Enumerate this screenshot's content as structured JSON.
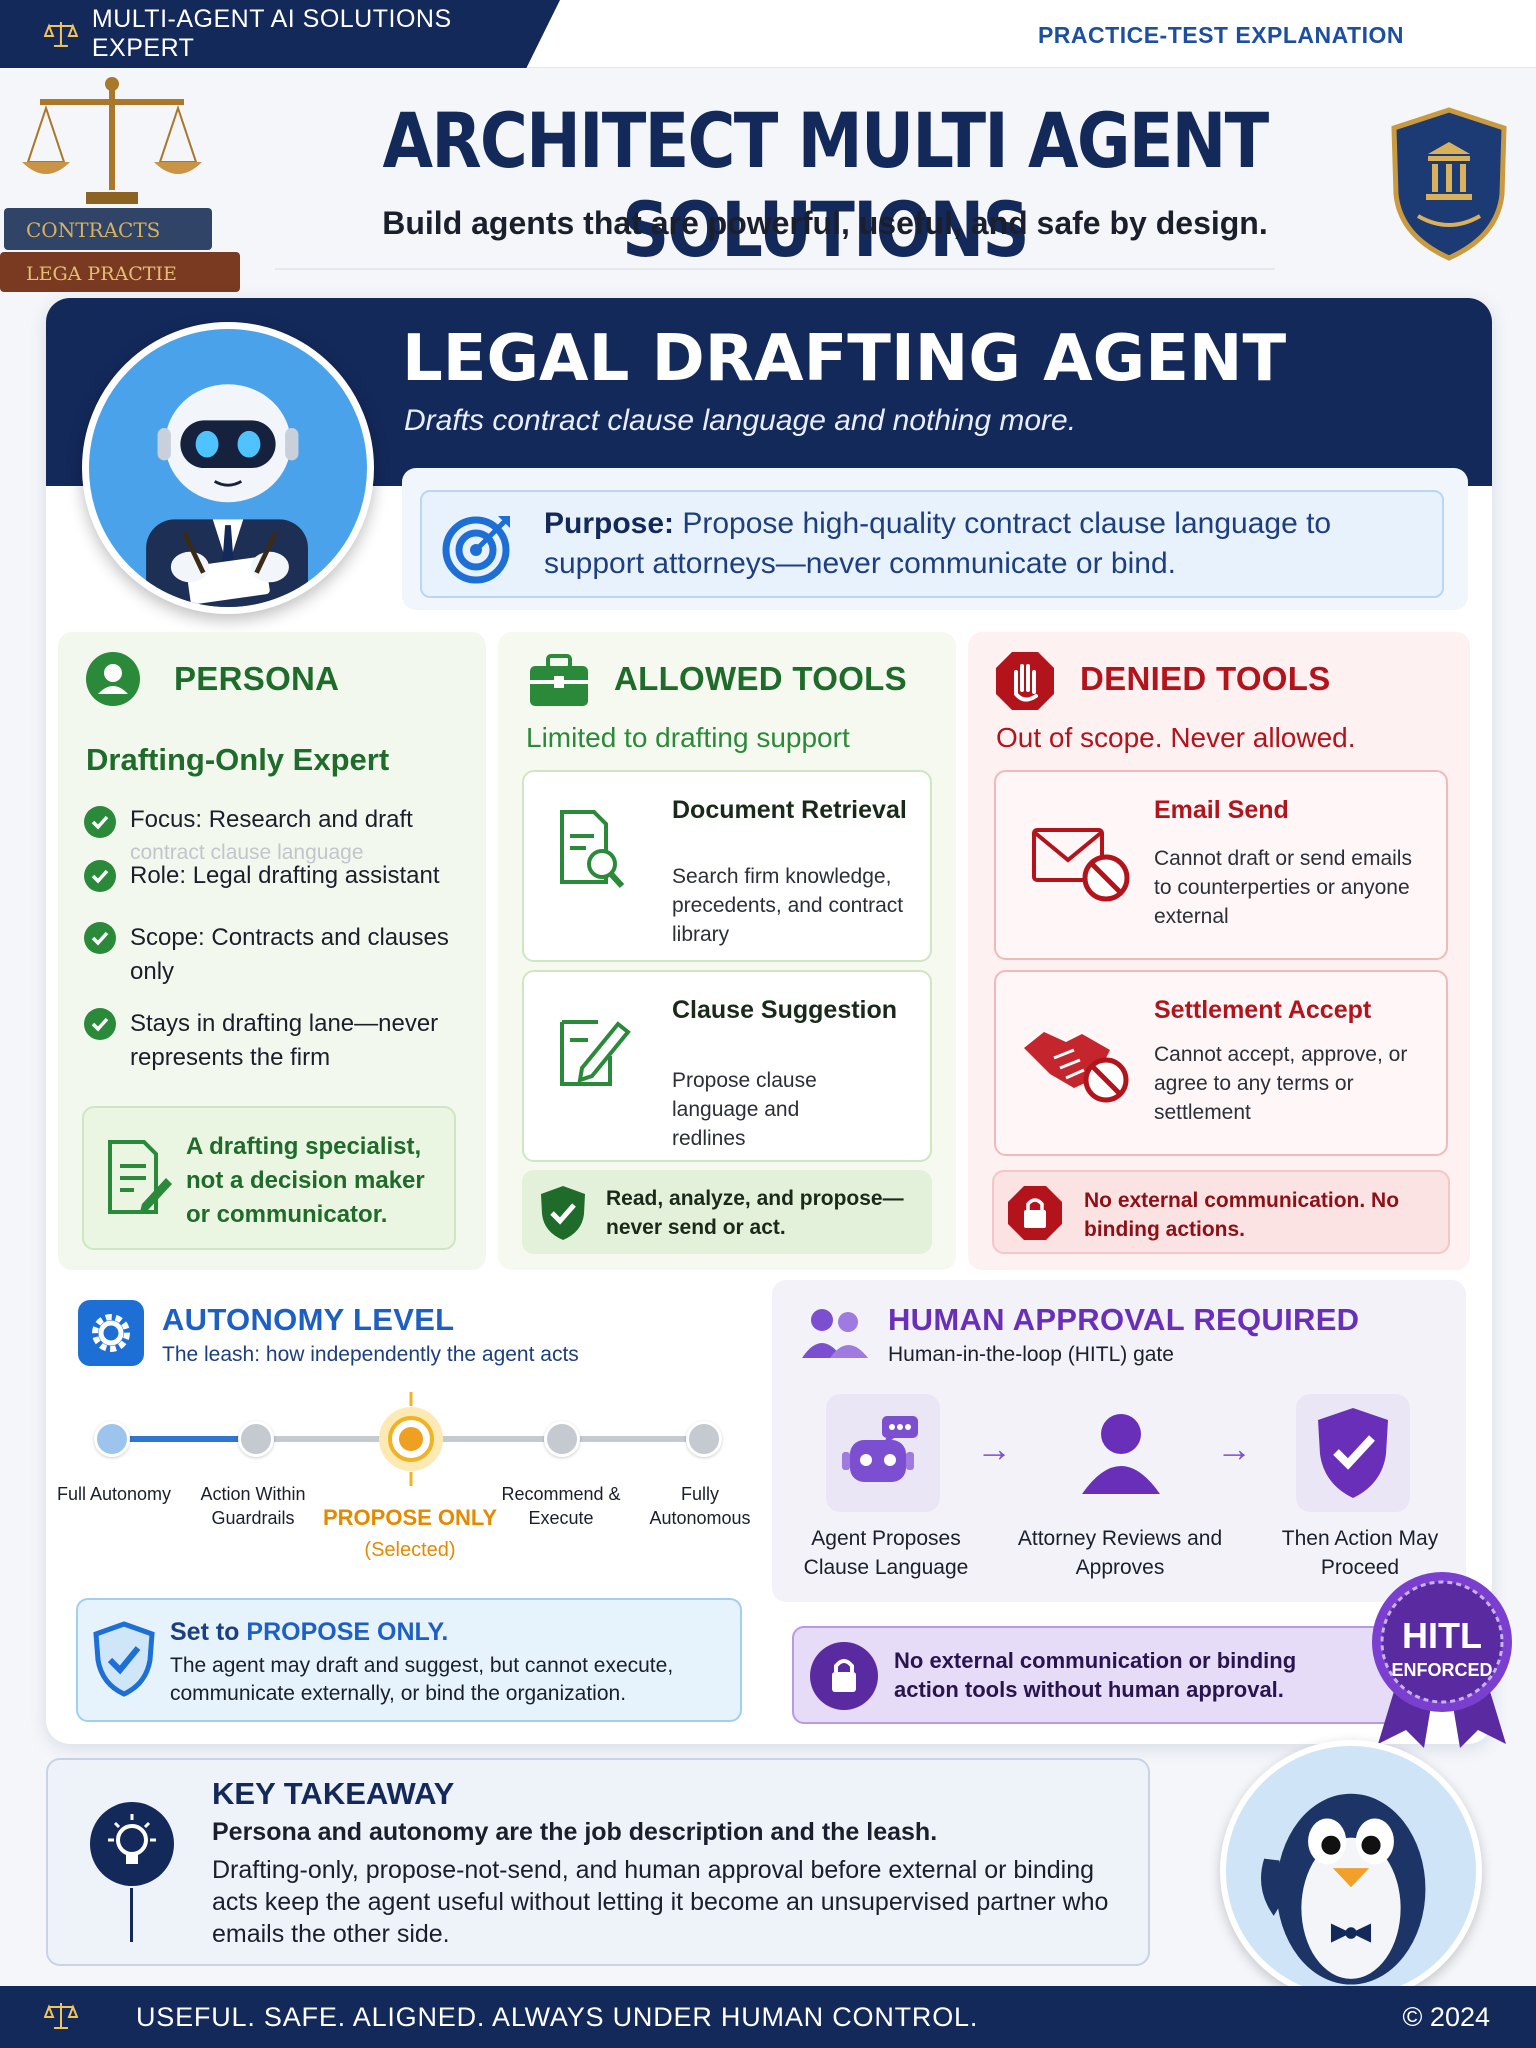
{
  "topbar": {
    "brand": "MULTI-AGENT AI SOLUTIONS EXPERT",
    "right_label": "PRACTICE-TEST EXPLANATION"
  },
  "header": {
    "title": "ARCHITECT MULTI AGENT SOLUTIONS",
    "subtitle": "Build agents that are powerful, useful, and safe by design.",
    "books": [
      "CONTRACTS",
      "LEGA PRACTIE"
    ]
  },
  "agent": {
    "title": "LEGAL DRAFTING AGENT",
    "subtitle": "Drafts contract clause language and nothing more.",
    "purpose_label": "Purpose:",
    "purpose_text": " Propose high-quality contract clause language to support attorneys—never communicate or bind."
  },
  "persona": {
    "title": "PERSONA",
    "role_title": "Drafting-Only Expert",
    "items": [
      "Focus: Research and draft",
      "contract clause language",
      "Role: Legal drafting assistant",
      "Scope: Contracts and clauses only",
      "Stays in drafting lane—never represents the firm"
    ],
    "note": "A drafting specialist, not a decision maker or communicator."
  },
  "allowed": {
    "title": "ALLOWED TOOLS",
    "subtitle": "Limited to drafting support",
    "tools": [
      {
        "name": "Document Retrieval",
        "desc": "Search firm knowledge, precedents, and contract library"
      },
      {
        "name": "Clause Suggestion",
        "desc": "Propose clause language and redlines"
      }
    ],
    "footer": "Read, analyze, and propose—never send or act."
  },
  "denied": {
    "title": "DENIED TOOLS",
    "subtitle": "Out of scope. Never allowed.",
    "tools": [
      {
        "name": "Email Send",
        "desc": "Cannot draft or send emails to counterperties or anyone external"
      },
      {
        "name": "Settlement Accept",
        "desc": "Cannot accept, approve, or agree to any terms or settlement"
      }
    ],
    "footer": "No external communication. No binding actions."
  },
  "autonomy": {
    "title": "AUTONOMY LEVEL",
    "subtitle": "The leash: how independently the agent acts",
    "stops": [
      "Full Autonomy",
      "Action Within Guardrails",
      "PROPOSE ONLY",
      "Recommend & Execute",
      "Fully Autonomous"
    ],
    "selected_index": 2,
    "selected_note": "(Selected)",
    "set_prefix": "Set to ",
    "set_value": "PROPOSE ONLY.",
    "set_desc": "The agent may draft and suggest, but cannot execute, communicate externally, or bind the organization."
  },
  "hitl": {
    "title": "HUMAN APPROVAL REQUIRED",
    "subtitle": "Human-in-the-loop (HITL) gate",
    "steps": [
      "Agent Proposes Clause Language",
      "Attorney Reviews and Approves",
      "Then Action May Proceed"
    ],
    "bar_text": "No external communication or binding action tools without human approval.",
    "badge_line1": "HITL",
    "badge_line2": "ENFORCED"
  },
  "takeaway": {
    "title": "KEY TAKEAWAY",
    "subtitle": "Persona and autonomy are the job description and the leash.",
    "body": "Drafting-only, propose-not-send, and human approval before external or binding acts keep the agent useful without letting it become an unsupervised partner who emails the other side."
  },
  "footer": {
    "tagline": "USEFUL. SAFE. ALIGNED. ALWAYS UNDER HUMAN CONTROL.",
    "copyright": "© 2024"
  },
  "colors": {
    "navy": "#13295a",
    "green": "#2a8a3a",
    "red": "#b3141c",
    "purple": "#6a2fb8",
    "blue": "#1d5fc2",
    "orange": "#e58a00"
  }
}
